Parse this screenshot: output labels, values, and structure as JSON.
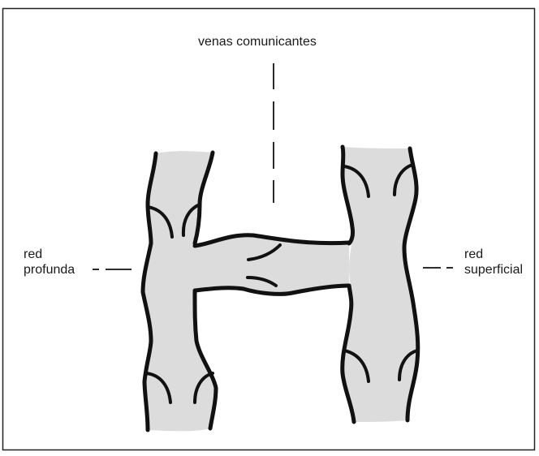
{
  "labels": {
    "top": "venas comunicantes",
    "left_line1": "red",
    "left_line2": "profunda",
    "right_line1": "red",
    "right_line2": "superficial"
  },
  "colors": {
    "vessel_fill": "#dcdcdc",
    "vessel_outline": "#111111",
    "frame": "#222222",
    "background": "#ffffff"
  }
}
